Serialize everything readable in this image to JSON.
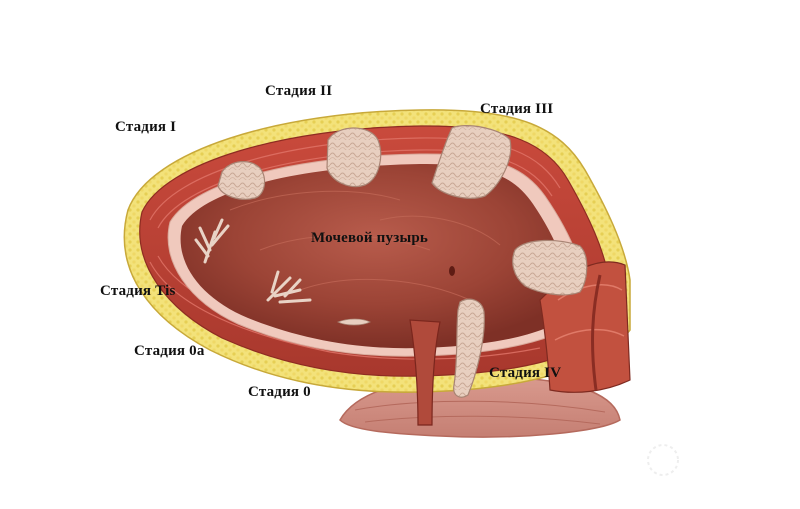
{
  "labels": {
    "stage_0": "Стадия 0",
    "stage_0a": "Стадия 0a",
    "stage_tis": "Стадия Tis",
    "stage_1": "Стадия I",
    "stage_2": "Стадия II",
    "stage_3": "Стадия III",
    "stage_4": "Стадия IV",
    "bladder": "Мочевой пузырь"
  }
}
